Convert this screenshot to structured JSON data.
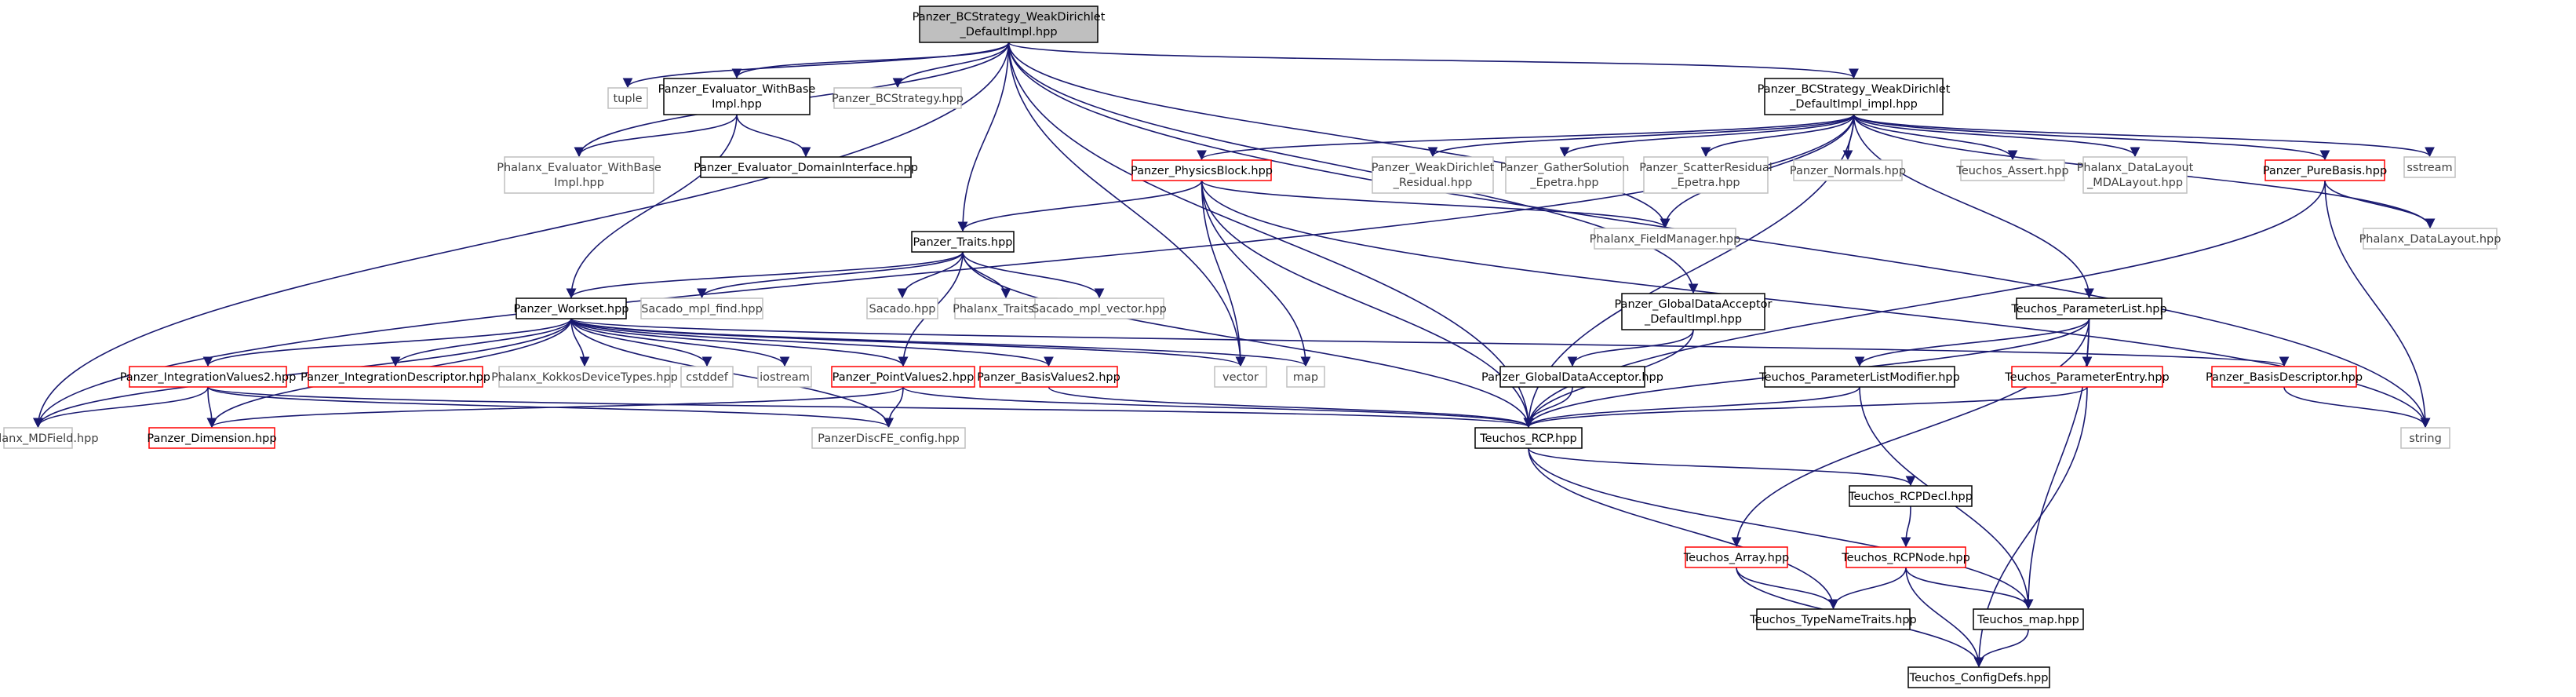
{
  "nodes": {
    "root": {
      "label1": "Panzer_BCStrategy_WeakDirichlet",
      "label2": "_DefaultImpl.hpp",
      "style": "root"
    },
    "mdfield": {
      "label1": "Phalanx_MDField.hpp",
      "style": "gray"
    },
    "tuple": {
      "label1": "tuple",
      "style": "gray"
    },
    "evalbase": {
      "label1": "Panzer_Evaluator_WithBase",
      "label2": "Impl.hpp",
      "style": "black"
    },
    "bcstrat": {
      "label1": "Panzer_BCStrategy.hpp",
      "style": "gray"
    },
    "impl_impl": {
      "label1": "Panzer_BCStrategy_WeakDirichlet",
      "label2": "_DefaultImpl_impl.hpp",
      "style": "black"
    },
    "sstream": {
      "label1": "sstream",
      "style": "gray"
    },
    "string": {
      "label1": "string",
      "style": "gray"
    },
    "ph_evalbase": {
      "label1": "Phalanx_Evaluator_WithBase",
      "label2": "Impl.hpp",
      "style": "gray"
    },
    "domain": {
      "label1": "Panzer_Evaluator_DomainInterface.hpp",
      "style": "black"
    },
    "physblock": {
      "label1": "Panzer_PhysicsBlock.hpp",
      "style": "red"
    },
    "wdresid": {
      "label1": "Panzer_WeakDirichlet",
      "label2": "_Residual.hpp",
      "style": "gray"
    },
    "gathsol": {
      "label1": "Panzer_GatherSolution",
      "label2": "_Epetra.hpp",
      "style": "gray"
    },
    "scatres": {
      "label1": "Panzer_ScatterResidual",
      "label2": "_Epetra.hpp",
      "style": "gray"
    },
    "normals": {
      "label1": "Panzer_Normals.hpp",
      "style": "gray"
    },
    "tassert": {
      "label1": "Teuchos_Assert.hpp",
      "style": "gray"
    },
    "mdalayout": {
      "label1": "Phalanx_DataLayout",
      "label2": "_MDALayout.hpp",
      "style": "gray"
    },
    "purebasis": {
      "label1": "Panzer_PureBasis.hpp",
      "style": "red"
    },
    "fieldmgr": {
      "label1": "Phalanx_FieldManager.hpp",
      "style": "gray"
    },
    "datalayout": {
      "label1": "Phalanx_DataLayout.hpp",
      "style": "gray"
    },
    "traits": {
      "label1": "Panzer_Traits.hpp",
      "style": "black"
    },
    "gdaimpl": {
      "label1": "Panzer_GlobalDataAcceptor",
      "label2": "_DefaultImpl.hpp",
      "style": "black"
    },
    "paramlist": {
      "label1": "Teuchos_ParameterList.hpp",
      "style": "black"
    },
    "workset": {
      "label1": "Panzer_Workset.hpp",
      "style": "black"
    },
    "mplfind": {
      "label1": "Sacado_mpl_find.hpp",
      "style": "gray"
    },
    "sacado": {
      "label1": "Sacado.hpp",
      "style": "gray"
    },
    "phtraits": {
      "label1": "Phalanx_Traits.hpp",
      "style": "gray"
    },
    "mplvector": {
      "label1": "Sacado_mpl_vector.hpp",
      "style": "gray"
    },
    "intvalues": {
      "label1": "Panzer_IntegrationValues2.hpp",
      "style": "red"
    },
    "intdesc": {
      "label1": "Panzer_IntegrationDescriptor.hpp",
      "style": "red"
    },
    "kokkos": {
      "label1": "Phalanx_KokkosDeviceTypes.hpp",
      "style": "gray"
    },
    "cstddef": {
      "label1": "cstddef",
      "style": "gray"
    },
    "iostream": {
      "label1": "iostream",
      "style": "gray"
    },
    "ptvalues": {
      "label1": "Panzer_PointValues2.hpp",
      "style": "red"
    },
    "basisvalues": {
      "label1": "Panzer_BasisValues2.hpp",
      "style": "red"
    },
    "vector": {
      "label1": "vector",
      "style": "gray"
    },
    "map": {
      "label1": "map",
      "style": "gray"
    },
    "gda": {
      "label1": "Panzer_GlobalDataAcceptor.hpp",
      "style": "black"
    },
    "plmod": {
      "label1": "Teuchos_ParameterListModifier.hpp",
      "style": "black"
    },
    "pentry": {
      "label1": "Teuchos_ParameterEntry.hpp",
      "style": "red"
    },
    "basisdesc": {
      "label1": "Panzer_BasisDescriptor.hpp",
      "style": "red"
    },
    "dimension": {
      "label1": "Panzer_Dimension.hpp",
      "style": "red"
    },
    "discfe": {
      "label1": "PanzerDiscFE_config.hpp",
      "style": "gray"
    },
    "rcp": {
      "label1": "Teuchos_RCP.hpp",
      "style": "black"
    },
    "rcpdecl": {
      "label1": "Teuchos_RCPDecl.hpp",
      "style": "black"
    },
    "array": {
      "label1": "Teuchos_Array.hpp",
      "style": "red"
    },
    "rcpnode": {
      "label1": "Teuchos_RCPNode.hpp",
      "style": "red"
    },
    "typename": {
      "label1": "Teuchos_TypeNameTraits.hpp",
      "style": "black"
    },
    "tmap": {
      "label1": "Teuchos_map.hpp",
      "style": "black"
    },
    "configdefs": {
      "label1": "Teuchos_ConfigDefs.hpp",
      "style": "black"
    }
  },
  "colors": {
    "edge": "#191970",
    "border_black": "#000000",
    "border_gray": "#bfbfbf",
    "border_red": "#ff0000",
    "root_fill": "#bfbfbf",
    "gray_text": "#404040"
  }
}
